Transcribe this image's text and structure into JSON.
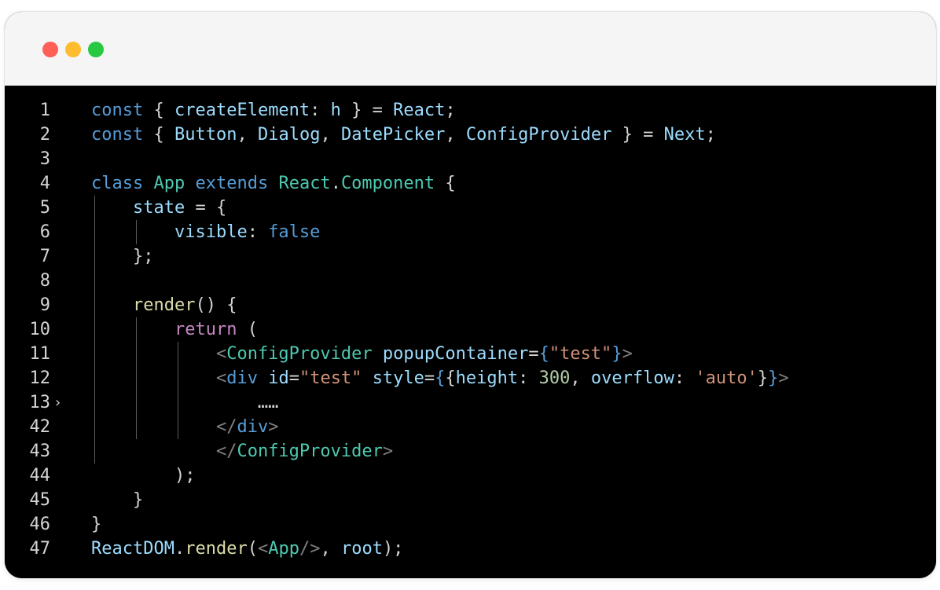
{
  "window": {
    "buttons": [
      {
        "name": "close",
        "color": "#ff5f57"
      },
      {
        "name": "minimize",
        "color": "#febc2e"
      },
      {
        "name": "zoom",
        "color": "#28c840"
      }
    ]
  },
  "editor": {
    "lines": [
      {
        "number": "1",
        "fold": "",
        "tokens": [
          {
            "t": "const",
            "c": "kw"
          },
          {
            "t": " { ",
            "c": "pun"
          },
          {
            "t": "createElement",
            "c": "var"
          },
          {
            "t": ": ",
            "c": "pun"
          },
          {
            "t": "h",
            "c": "var"
          },
          {
            "t": " } = ",
            "c": "pun"
          },
          {
            "t": "React",
            "c": "var"
          },
          {
            "t": ";",
            "c": "pun"
          }
        ]
      },
      {
        "number": "2",
        "fold": "",
        "tokens": [
          {
            "t": "const",
            "c": "kw"
          },
          {
            "t": " { ",
            "c": "pun"
          },
          {
            "t": "Button",
            "c": "var"
          },
          {
            "t": ", ",
            "c": "pun"
          },
          {
            "t": "Dialog",
            "c": "var"
          },
          {
            "t": ", ",
            "c": "pun"
          },
          {
            "t": "DatePicker",
            "c": "var"
          },
          {
            "t": ", ",
            "c": "pun"
          },
          {
            "t": "ConfigProvider",
            "c": "var"
          },
          {
            "t": " } = ",
            "c": "pun"
          },
          {
            "t": "Next",
            "c": "var"
          },
          {
            "t": ";",
            "c": "pun"
          }
        ]
      },
      {
        "number": "3",
        "fold": "",
        "tokens": []
      },
      {
        "number": "4",
        "fold": "",
        "tokens": [
          {
            "t": "class",
            "c": "kw"
          },
          {
            "t": " ",
            "c": "pun"
          },
          {
            "t": "App",
            "c": "cls"
          },
          {
            "t": " ",
            "c": "pun"
          },
          {
            "t": "extends",
            "c": "kw"
          },
          {
            "t": " ",
            "c": "pun"
          },
          {
            "t": "React",
            "c": "cls"
          },
          {
            "t": ".",
            "c": "pun"
          },
          {
            "t": "Component",
            "c": "cls"
          },
          {
            "t": " {",
            "c": "pun"
          }
        ]
      },
      {
        "number": "5",
        "fold": "",
        "tokens": [
          {
            "t": "    ",
            "c": "pun"
          },
          {
            "t": "state",
            "c": "var"
          },
          {
            "t": " = {",
            "c": "pun"
          }
        ]
      },
      {
        "number": "6",
        "fold": "",
        "tokens": [
          {
            "t": "        ",
            "c": "pun"
          },
          {
            "t": "visible",
            "c": "var"
          },
          {
            "t": ": ",
            "c": "pun"
          },
          {
            "t": "false",
            "c": "kw"
          }
        ]
      },
      {
        "number": "7",
        "fold": "",
        "tokens": [
          {
            "t": "    };",
            "c": "pun"
          }
        ]
      },
      {
        "number": "8",
        "fold": "",
        "tokens": []
      },
      {
        "number": "9",
        "fold": "",
        "tokens": [
          {
            "t": "    ",
            "c": "pun"
          },
          {
            "t": "render",
            "c": "fn"
          },
          {
            "t": "() {",
            "c": "pun"
          }
        ]
      },
      {
        "number": "10",
        "fold": "",
        "tokens": [
          {
            "t": "        ",
            "c": "pun"
          },
          {
            "t": "return",
            "c": "ctl"
          },
          {
            "t": " (",
            "c": "pun"
          }
        ]
      },
      {
        "number": "11",
        "fold": "",
        "tokens": [
          {
            "t": "            ",
            "c": "pun"
          },
          {
            "t": "<",
            "c": "tag"
          },
          {
            "t": "ConfigProvider",
            "c": "cls"
          },
          {
            "t": " ",
            "c": "pun"
          },
          {
            "t": "popupContainer",
            "c": "var"
          },
          {
            "t": "=",
            "c": "pun"
          },
          {
            "t": "{",
            "c": "brc"
          },
          {
            "t": "\"test\"",
            "c": "str"
          },
          {
            "t": "}",
            "c": "brc"
          },
          {
            "t": ">",
            "c": "tag"
          }
        ]
      },
      {
        "number": "12",
        "fold": "",
        "tokens": [
          {
            "t": "            ",
            "c": "pun"
          },
          {
            "t": "<",
            "c": "tag"
          },
          {
            "t": "div",
            "c": "kw"
          },
          {
            "t": " ",
            "c": "pun"
          },
          {
            "t": "id",
            "c": "var"
          },
          {
            "t": "=",
            "c": "pun"
          },
          {
            "t": "\"test\"",
            "c": "str"
          },
          {
            "t": " ",
            "c": "pun"
          },
          {
            "t": "style",
            "c": "var"
          },
          {
            "t": "=",
            "c": "pun"
          },
          {
            "t": "{",
            "c": "brc"
          },
          {
            "t": "{",
            "c": "pun"
          },
          {
            "t": "height",
            "c": "var"
          },
          {
            "t": ": ",
            "c": "pun"
          },
          {
            "t": "300",
            "c": "num"
          },
          {
            "t": ", ",
            "c": "pun"
          },
          {
            "t": "overflow",
            "c": "var"
          },
          {
            "t": ": ",
            "c": "pun"
          },
          {
            "t": "'auto'",
            "c": "str"
          },
          {
            "t": "}",
            "c": "pun"
          },
          {
            "t": "}",
            "c": "brc"
          },
          {
            "t": ">",
            "c": "tag"
          }
        ]
      },
      {
        "number": "13",
        "fold": "›",
        "tokens": [
          {
            "t": "                ……",
            "c": "pun"
          }
        ]
      },
      {
        "number": "42",
        "fold": "",
        "tokens": [
          {
            "t": "            ",
            "c": "pun"
          },
          {
            "t": "</",
            "c": "tag"
          },
          {
            "t": "div",
            "c": "kw"
          },
          {
            "t": ">",
            "c": "tag"
          }
        ]
      },
      {
        "number": "43",
        "fold": "",
        "tokens": [
          {
            "t": "            ",
            "c": "pun"
          },
          {
            "t": "</",
            "c": "tag"
          },
          {
            "t": "ConfigProvider",
            "c": "cls"
          },
          {
            "t": ">",
            "c": "tag"
          }
        ]
      },
      {
        "number": "44",
        "fold": "",
        "tokens": [
          {
            "t": "        );",
            "c": "pun"
          }
        ]
      },
      {
        "number": "45",
        "fold": "",
        "tokens": [
          {
            "t": "    }",
            "c": "pun"
          }
        ]
      },
      {
        "number": "46",
        "fold": "",
        "tokens": [
          {
            "t": "}",
            "c": "pun"
          }
        ]
      },
      {
        "number": "47",
        "fold": "",
        "tokens": [
          {
            "t": "ReactDOM",
            "c": "var"
          },
          {
            "t": ".",
            "c": "pun"
          },
          {
            "t": "render",
            "c": "fn"
          },
          {
            "t": "(",
            "c": "pun"
          },
          {
            "t": "<",
            "c": "tag"
          },
          {
            "t": "App",
            "c": "cls"
          },
          {
            "t": "/>",
            "c": "tag"
          },
          {
            "t": ", ",
            "c": "pun"
          },
          {
            "t": "root",
            "c": "var"
          },
          {
            "t": ");",
            "c": "pun"
          }
        ]
      }
    ]
  }
}
